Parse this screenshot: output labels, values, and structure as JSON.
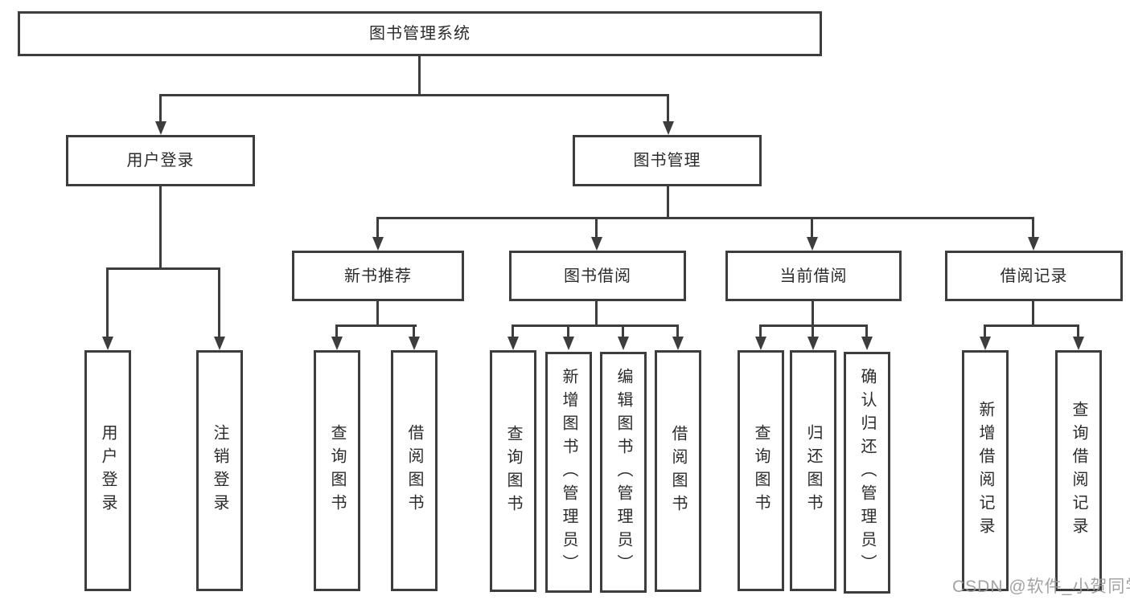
{
  "diagram": {
    "tree": {
      "root": "图书管理系统",
      "branches": [
        {
          "label": "用户登录",
          "children": [
            {
              "label": "用户登录"
            },
            {
              "label": "注销登录"
            }
          ]
        },
        {
          "label": "图书管理",
          "children": [
            {
              "label": "新书推荐",
              "children": [
                {
                  "label": "查询图书"
                },
                {
                  "label": "借阅图书"
                }
              ]
            },
            {
              "label": "图书借阅",
              "children": [
                {
                  "label": "查询图书"
                },
                {
                  "label": "新增图书（管理员）"
                },
                {
                  "label": "编辑图书（管理员）"
                },
                {
                  "label": "借阅图书"
                }
              ]
            },
            {
              "label": "当前借阅",
              "children": [
                {
                  "label": "查询图书"
                },
                {
                  "label": "归还图书"
                },
                {
                  "label": "确认归还（管理员）"
                }
              ]
            },
            {
              "label": "借阅记录",
              "children": [
                {
                  "label": "新增借阅记录"
                },
                {
                  "label": "查询借阅记录"
                }
              ]
            }
          ]
        }
      ]
    },
    "watermark": "CSDN @软件_小贺同学",
    "colors": {
      "line": "#3d3d3d",
      "text": "#2b2b2b",
      "background": "#ffffff",
      "watermark": "#989898"
    }
  }
}
